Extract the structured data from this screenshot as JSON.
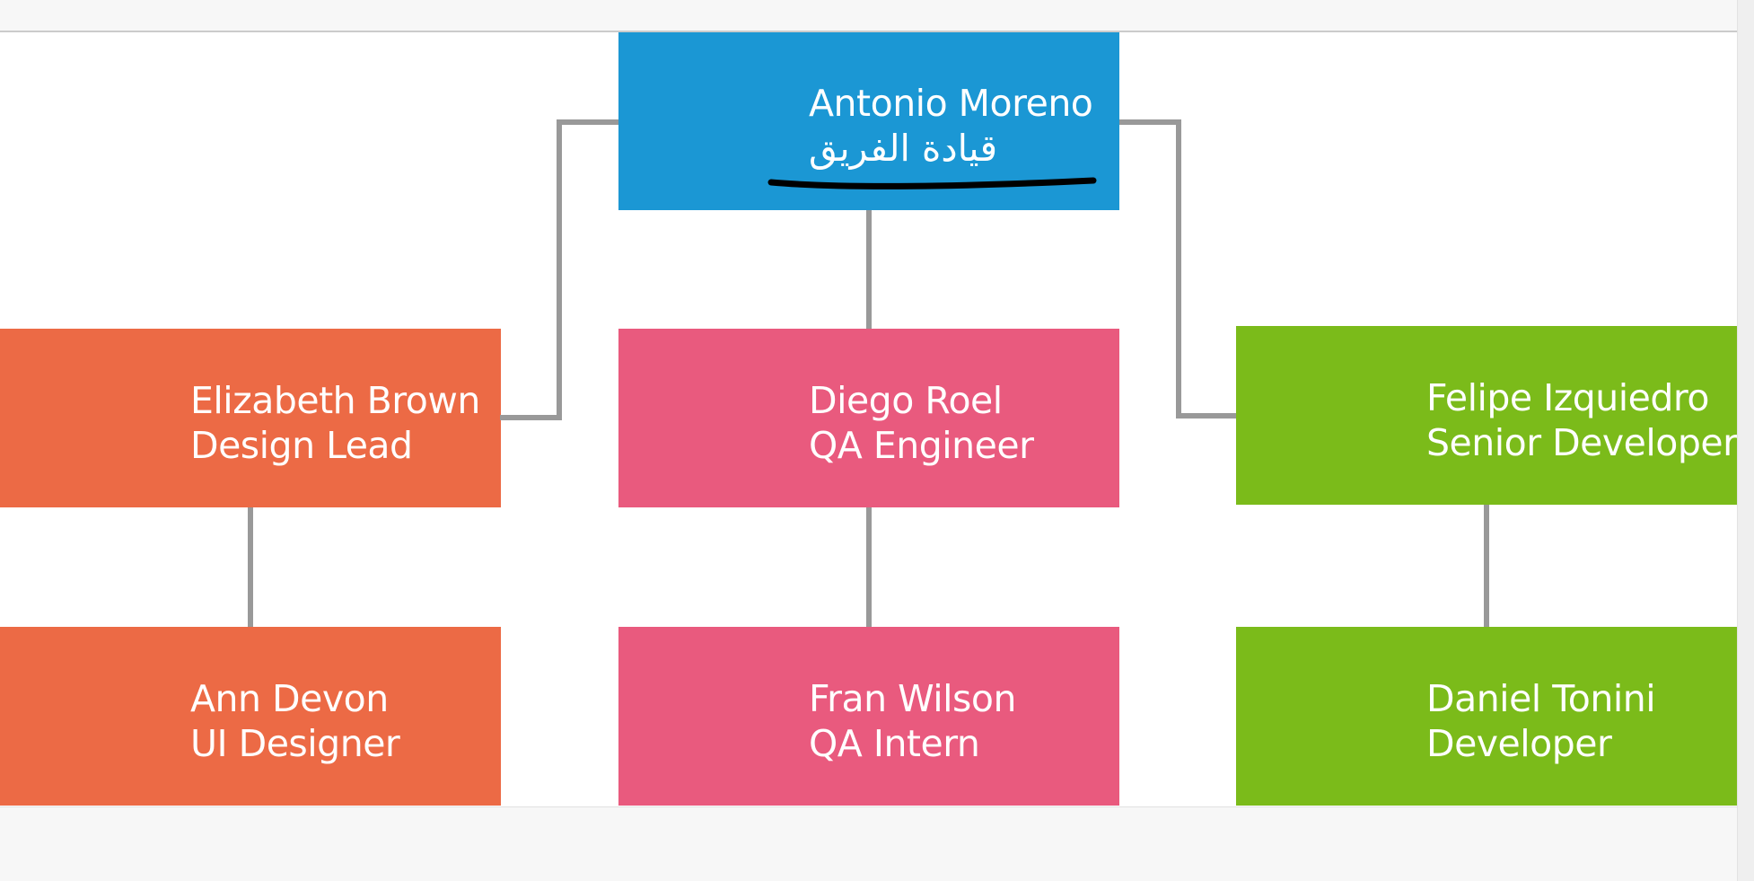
{
  "page": {
    "background_color": "#f7f7f7",
    "canvas_color": "#ffffff",
    "chrome_border_color": "#cbcbcb"
  },
  "chart": {
    "type": "org-chart",
    "connector_color": "#999999",
    "annotation_underline_color": "#000000",
    "nodes": [
      {
        "id": "antonio",
        "name": "Antonio Moreno",
        "title": "قيادة الفريق",
        "color": "#1b97d4",
        "reports_to": null
      },
      {
        "id": "elizabeth",
        "name": "Elizabeth Brown",
        "title": "Design Lead",
        "color": "#ec6a45",
        "reports_to": "antonio"
      },
      {
        "id": "diego",
        "name": "Diego Roel",
        "title": "QA Engineer",
        "color": "#e95a7e",
        "reports_to": "antonio"
      },
      {
        "id": "felipe",
        "name": "Felipe Izquiedro",
        "title": "Senior Developer",
        "color": "#7bbb1a",
        "reports_to": "antonio"
      },
      {
        "id": "ann",
        "name": "Ann Devon",
        "title": "UI Designer",
        "color": "#ec6a45",
        "reports_to": "elizabeth"
      },
      {
        "id": "fran",
        "name": "Fran Wilson",
        "title": "QA Intern",
        "color": "#e95a7e",
        "reports_to": "diego"
      },
      {
        "id": "daniel",
        "name": "Daniel Tonini",
        "title": "Developer",
        "color": "#7bbb1a",
        "reports_to": "felipe"
      }
    ]
  }
}
